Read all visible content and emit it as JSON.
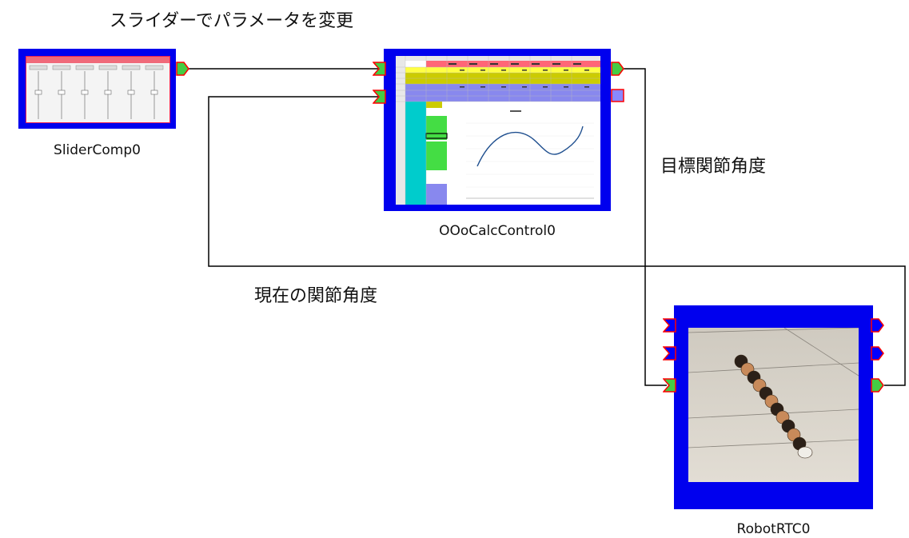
{
  "labels": {
    "slider_caption": "スライダーでパラメータを変更",
    "target_angle": "目標関節角度",
    "current_angle": "現在の関節角度"
  },
  "components": {
    "slider": {
      "name": "SliderComp0"
    },
    "calc": {
      "name": "OOoCalcControl0"
    },
    "robot": {
      "name": "RobotRTC0"
    }
  },
  "colors": {
    "component_body": "#0000ee",
    "port_data": "#44cc44",
    "port_inactive": "#0000ff",
    "port_service": "#8888ff",
    "port_border": "#ff0000",
    "wire": "#000000"
  }
}
